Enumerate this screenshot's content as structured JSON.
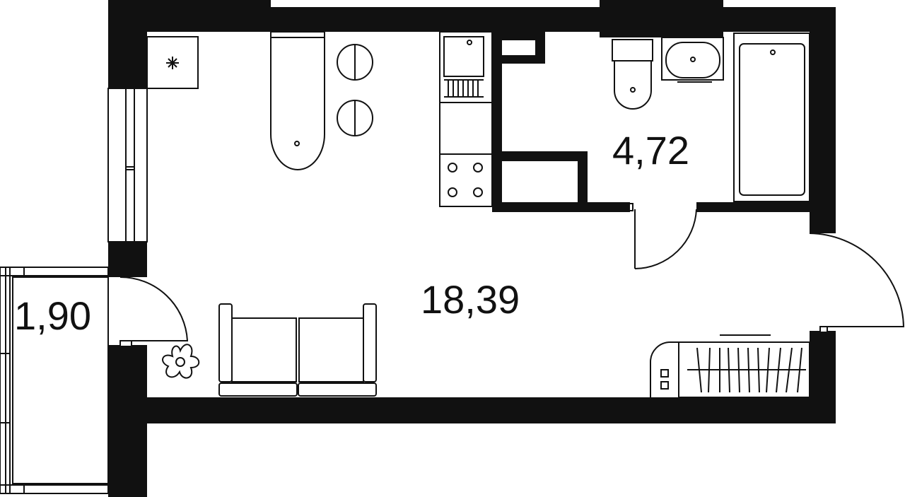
{
  "plan": {
    "rooms": {
      "main": {
        "area": "18,39"
      },
      "bathroom": {
        "area": "4,72"
      },
      "balcony": {
        "area": "1,90"
      }
    },
    "colors": {
      "wall": "#111111",
      "background": "#ffffff",
      "line": "#111111"
    },
    "symbols": [
      "fridge-icon",
      "flower-icon"
    ]
  }
}
